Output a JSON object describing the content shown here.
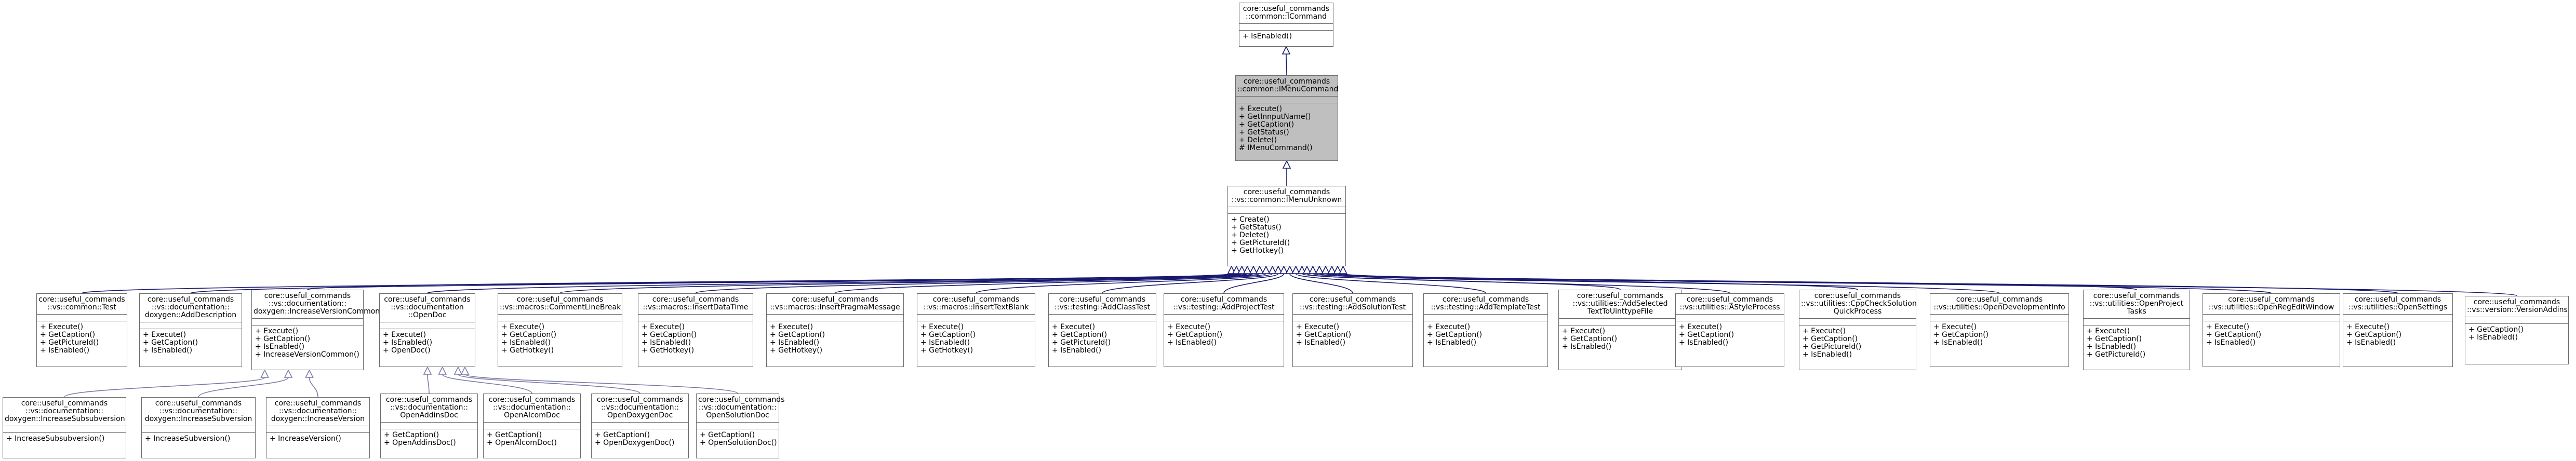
{
  "nodes": [
    {
      "id": "icommand",
      "title": [
        "core::useful_commands",
        "::common::ICommand"
      ],
      "ops": [
        "+ IsEnabled()"
      ]
    },
    {
      "id": "imenucommand",
      "title": [
        "core::useful_commands",
        "::common::IMenuCommand"
      ],
      "ops": [
        "+ Execute()",
        "+ GetInnputName()",
        "+ GetCaption()",
        "+ GetStatus()",
        "+ Delete()",
        "# IMenuCommand()"
      ]
    },
    {
      "id": "menuunknown",
      "title": [
        "core::useful_commands",
        "::vs::common::IMenuUnknown"
      ],
      "ops": [
        "+ Create()",
        "+ GetStatus()",
        "+ Delete()",
        "+ GetPictureId()",
        "+ GetHotkey()"
      ]
    },
    {
      "id": "test",
      "title": [
        "core::useful_commands",
        "::vs::common::Test"
      ],
      "ops": [
        "+ Execute()",
        "+ GetCaption()",
        "+ GetPictureId()",
        "+ IsEnabled()"
      ]
    },
    {
      "id": "adddescription",
      "title": [
        "core::useful_commands",
        "::vs::documentation::",
        "doxygen::AddDescription"
      ],
      "ops": [
        "+ Execute()",
        "+ GetCaption()",
        "+ IsEnabled()"
      ]
    },
    {
      "id": "increaseversioncommon",
      "title": [
        "core::useful_commands",
        "::vs::documentation::",
        "doxygen::IncreaseVersionCommon"
      ],
      "ops": [
        "+ Execute()",
        "+ GetCaption()",
        "+ IsEnabled()",
        "+ IncreaseVersionCommon()"
      ]
    },
    {
      "id": "opendoc",
      "title": [
        "core::useful_commands",
        "::vs::documentation",
        "::OpenDoc"
      ],
      "ops": [
        "+ Execute()",
        "+ IsEnabled()",
        "+ OpenDoc()"
      ]
    },
    {
      "id": "commentlinebreak",
      "title": [
        "core::useful_commands",
        "::vs::macros::CommentLineBreak"
      ],
      "ops": [
        "+ Execute()",
        "+ GetCaption()",
        "+ IsEnabled()",
        "+ GetHotkey()"
      ]
    },
    {
      "id": "insertdatatime",
      "title": [
        "core::useful_commands",
        "::vs::macros::InsertDataTime"
      ],
      "ops": [
        "+ Execute()",
        "+ GetCaption()",
        "+ IsEnabled()",
        "+ GetHotkey()"
      ]
    },
    {
      "id": "insertpragmamessage",
      "title": [
        "core::useful_commands",
        "::vs::macros::InsertPragmaMessage"
      ],
      "ops": [
        "+ Execute()",
        "+ GetCaption()",
        "+ IsEnabled()",
        "+ GetHotkey()"
      ]
    },
    {
      "id": "inserttextblank",
      "title": [
        "core::useful_commands",
        "::vs::macros::InsertTextBlank"
      ],
      "ops": [
        "+ Execute()",
        "+ GetCaption()",
        "+ IsEnabled()",
        "+ GetHotkey()"
      ]
    },
    {
      "id": "addclasstest",
      "title": [
        "core::useful_commands",
        "::vs::testing::AddClassTest"
      ],
      "ops": [
        "+ Execute()",
        "+ GetCaption()",
        "+ GetPictureId()",
        "+ IsEnabled()"
      ]
    },
    {
      "id": "addprojecttest",
      "title": [
        "core::useful_commands",
        "::vs::testing::AddProjectTest"
      ],
      "ops": [
        "+ Execute()",
        "+ GetCaption()",
        "+ IsEnabled()"
      ]
    },
    {
      "id": "addsolutiontest",
      "title": [
        "core::useful_commands",
        "::vs::testing::AddSolutionTest"
      ],
      "ops": [
        "+ Execute()",
        "+ GetCaption()",
        "+ IsEnabled()"
      ]
    },
    {
      "id": "addtemplatetest",
      "title": [
        "core::useful_commands",
        "::vs::testing::AddTemplateTest"
      ],
      "ops": [
        "+ Execute()",
        "+ GetCaption()",
        "+ IsEnabled()"
      ]
    },
    {
      "id": "addselectedtexttouinttypefile",
      "title": [
        "core::useful_commands",
        "::vs::utilities::AddSelected",
        "TextToUinttypeFile"
      ],
      "ops": [
        "+ Execute()",
        "+ GetCaption()",
        "+ IsEnabled()"
      ]
    },
    {
      "id": "astyleprocess",
      "title": [
        "core::useful_commands",
        "::vs::utilities::AStyleProcess"
      ],
      "ops": [
        "+ Execute()",
        "+ GetCaption()",
        "+ IsEnabled()"
      ]
    },
    {
      "id": "cppchecksolutionquickprocess",
      "title": [
        "core::useful_commands",
        "::vs::utilities::CppCheckSolution",
        "QuickProcess"
      ],
      "ops": [
        "+ Execute()",
        "+ GetCaption()",
        "+ GetPictureId()",
        "+ IsEnabled()"
      ]
    },
    {
      "id": "opendevelopmentinfo",
      "title": [
        "core::useful_commands",
        "::vs::utilities::OpenDevelopmentInfo"
      ],
      "ops": [
        "+ Execute()",
        "+ GetCaption()",
        "+ IsEnabled()"
      ]
    },
    {
      "id": "openprojecttasks",
      "title": [
        "core::useful_commands",
        "::vs::utilities::OpenProject",
        "Tasks"
      ],
      "ops": [
        "+ Execute()",
        "+ GetCaption()",
        "+ IsEnabled()",
        "+ GetPictureId()"
      ]
    },
    {
      "id": "openregeditwindow",
      "title": [
        "core::useful_commands",
        "::vs::utilities::OpenRegEditWindow"
      ],
      "ops": [
        "+ Execute()",
        "+ GetCaption()",
        "+ IsEnabled()"
      ]
    },
    {
      "id": "opensettings",
      "title": [
        "core::useful_commands",
        "::vs::utilities::OpenSettings"
      ],
      "ops": [
        "+ Execute()",
        "+ GetCaption()",
        "+ IsEnabled()"
      ]
    },
    {
      "id": "versionaddins",
      "title": [
        "core::useful_commands",
        "::vs::version::VersionAddins"
      ],
      "ops": [
        "+ GetCaption()",
        "+ IsEnabled()"
      ]
    },
    {
      "id": "increasesubsubversion",
      "title": [
        "core::useful_commands",
        "::vs::documentation::",
        "doxygen::IncreaseSubsubversion"
      ],
      "ops": [
        "+ IncreaseSubsubversion()"
      ]
    },
    {
      "id": "increasesubversion",
      "title": [
        "core::useful_commands",
        "::vs::documentation::",
        "doxygen::IncreaseSubversion"
      ],
      "ops": [
        "+ IncreaseSubversion()"
      ]
    },
    {
      "id": "increaseversion",
      "title": [
        "core::useful_commands",
        "::vs::documentation::",
        "doxygen::IncreaseVersion"
      ],
      "ops": [
        "+ IncreaseVersion()"
      ]
    },
    {
      "id": "openaddinsdoc",
      "title": [
        "core::useful_commands",
        "::vs::documentation::",
        "OpenAddinsDoc"
      ],
      "ops": [
        "+ GetCaption()",
        "+ OpenAddinsDoc()"
      ]
    },
    {
      "id": "openalcomdoc",
      "title": [
        "core::useful_commands",
        "::vs::documentation::",
        "OpenAlcomDoc"
      ],
      "ops": [
        "+ GetCaption()",
        "+ OpenAlcomDoc()"
      ]
    },
    {
      "id": "opendoxygendoc",
      "title": [
        "core::useful_commands",
        "::vs::documentation::",
        "OpenDoxygenDoc"
      ],
      "ops": [
        "+ GetCaption()",
        "+ OpenDoxygenDoc()"
      ]
    },
    {
      "id": "opensolutiondoc",
      "title": [
        "core::useful_commands",
        "::vs::documentation::",
        "OpenSolutionDoc"
      ],
      "ops": [
        "+ GetCaption()",
        "+ OpenSolutionDoc()"
      ]
    }
  ],
  "edges": [
    {
      "from": "imenucommand",
      "to": "icommand"
    },
    {
      "from": "menuunknown",
      "to": "imenucommand"
    },
    {
      "from": "test",
      "to": "menuunknown"
    },
    {
      "from": "adddescription",
      "to": "menuunknown"
    },
    {
      "from": "increaseversioncommon",
      "to": "menuunknown"
    },
    {
      "from": "opendoc",
      "to": "menuunknown"
    },
    {
      "from": "commentlinebreak",
      "to": "menuunknown"
    },
    {
      "from": "insertdatatime",
      "to": "menuunknown"
    },
    {
      "from": "insertpragmamessage",
      "to": "menuunknown"
    },
    {
      "from": "inserttextblank",
      "to": "menuunknown"
    },
    {
      "from": "addclasstest",
      "to": "menuunknown"
    },
    {
      "from": "addprojecttest",
      "to": "menuunknown"
    },
    {
      "from": "addsolutiontest",
      "to": "menuunknown"
    },
    {
      "from": "addtemplatetest",
      "to": "menuunknown"
    },
    {
      "from": "addselectedtexttouinttypefile",
      "to": "menuunknown"
    },
    {
      "from": "astyleprocess",
      "to": "menuunknown"
    },
    {
      "from": "cppchecksolutionquickprocess",
      "to": "menuunknown"
    },
    {
      "from": "opendevelopmentinfo",
      "to": "menuunknown"
    },
    {
      "from": "openprojecttasks",
      "to": "menuunknown"
    },
    {
      "from": "openregeditwindow",
      "to": "menuunknown"
    },
    {
      "from": "opensettings",
      "to": "menuunknown"
    },
    {
      "from": "versionaddins",
      "to": "menuunknown"
    },
    {
      "from": "increasesubsubversion",
      "to": "increaseversioncommon"
    },
    {
      "from": "increasesubversion",
      "to": "increaseversioncommon"
    },
    {
      "from": "increaseversion",
      "to": "increaseversioncommon"
    },
    {
      "from": "openaddinsdoc",
      "to": "opendoc"
    },
    {
      "from": "openalcomdoc",
      "to": "opendoc"
    },
    {
      "from": "opendoxygendoc",
      "to": "opendoc"
    },
    {
      "from": "opensolutiondoc",
      "to": "opendoc"
    }
  ],
  "colors": {
    "edge_root": "#191970",
    "edge_child": "#7a7aa8",
    "border": "#6b6b6b",
    "highlight_fill": "#bfbfbf"
  }
}
